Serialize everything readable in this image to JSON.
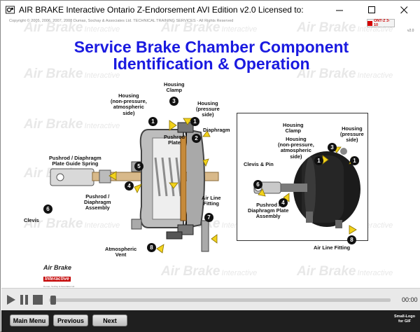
{
  "window": {
    "title": "AIR BRAKE Interactive Ontario Z-Endorsement AVI Edition v2.0  Licensed to:"
  },
  "header": {
    "copyright": "Copyright © 2005, 2006, 2007, 2008  Dumas, Sochay & Associates Ltd.  TECHNICAL TRAINING SERVICES - All Rights Reserved",
    "version_badge": "ONT-Z 3-10",
    "version_sub": "v2.0"
  },
  "watermark": {
    "main": "Air Brake",
    "sub": "Interactive"
  },
  "slide": {
    "title_line1": "Service Brake Chamber Component",
    "title_line2": "Identification & Operation"
  },
  "labels": {
    "housing_clamp": "Housing\nClamp",
    "housing_nonpressure": "Housing\n(non-pressure,\natmospheric\nside)",
    "housing_pressure": "Housing\n(pressure\nside)",
    "pushrod_plate": "Pushrod\nPlate",
    "diaphragm": "Diaphragm",
    "guide_spring": "Pushrod / Diaphragm\nPlate Guide Spring",
    "pushrod_assembly": "Pushrod /\nDiaphragm\nAssembly",
    "clevis": "Clevis",
    "air_line_fitting": "Air Line\nFitting",
    "atmospheric_vent": "Atmospheric\nVent",
    "inset_housing_nonpressure": "Housing\n(non-pressure,\natmospheric\nside)",
    "inset_housing_clamp": "Housing\nClamp",
    "inset_housing_pressure": "Housing\n(pressure\nside)",
    "inset_clevis_pin": "Clevis & Pin",
    "inset_plate_assembly": "Pushrod /\nDiaphragm Plate\nAssembly",
    "inset_air_line_fitting": "Air Line Fitting"
  },
  "numbers": {
    "n1": "1",
    "n2": "2",
    "n3": "3",
    "n4": "4",
    "n5": "5",
    "n6": "6",
    "n7": "7",
    "n8": "8"
  },
  "logo": {
    "line1": "Air Brake",
    "line2": "Interactive",
    "small": "Dumas, Sochay & Associates Ltd."
  },
  "player": {
    "time": "00:00"
  },
  "nav": {
    "main_menu": "Main Menu",
    "previous": "Previous",
    "next": "Next",
    "small_logo": "Small-Logo\nfor GIF"
  },
  "colors": {
    "title": "#1a1ae0",
    "arrow": "#f2d21b",
    "badge_red": "#d40000"
  }
}
